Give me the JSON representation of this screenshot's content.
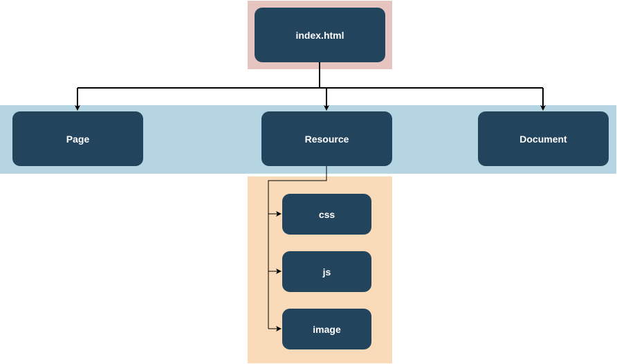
{
  "diagram": {
    "nodes": {
      "root": "index.html",
      "page": "Page",
      "resource": "Resource",
      "document": "Document",
      "css": "css",
      "js": "js",
      "image": "image"
    },
    "edges": [
      {
        "from": "index.html",
        "to": "Page"
      },
      {
        "from": "index.html",
        "to": "Resource"
      },
      {
        "from": "index.html",
        "to": "Document"
      },
      {
        "from": "Resource",
        "to": "css"
      },
      {
        "from": "Resource",
        "to": "js"
      },
      {
        "from": "Resource",
        "to": "image"
      }
    ],
    "colors": {
      "node_fill": "#23445d",
      "node_text": "#ffffff",
      "band_top": "#e6c5c1",
      "band_middle": "#b4d5e1",
      "band_bottom": "#fadbb9",
      "connector": "#000000"
    }
  }
}
